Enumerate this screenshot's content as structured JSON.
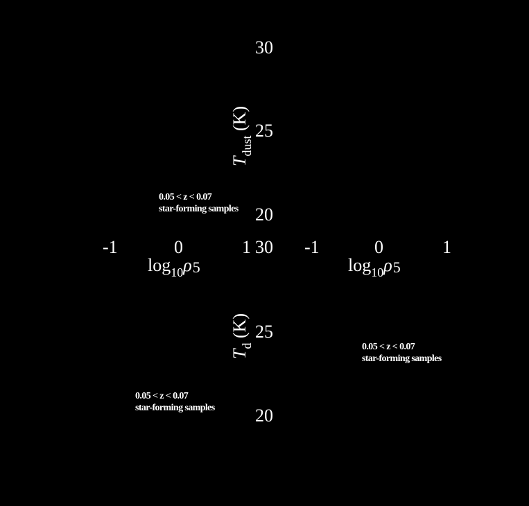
{
  "figure": {
    "background": "#000000",
    "text_color": "#ffffff"
  },
  "panels": {
    "top_left": {
      "annotation_line1": "0.05 < z < 0.07",
      "annotation_line2": "star-forming samples"
    },
    "top_y_axis": {
      "label_symbol": "T",
      "label_subscript": "dust",
      "label_unit": " (K)",
      "ticks": [
        "30",
        "25",
        "20"
      ]
    },
    "middle_x_axis_left": {
      "ticks": [
        "-1",
        "0",
        "1"
      ],
      "label_prefix": "log",
      "label_base": "10",
      "label_symbol": "ρ",
      "label_subscript": "5"
    },
    "middle_x_axis_right": {
      "ticks": [
        "-1",
        "0",
        "1"
      ],
      "label_prefix": "log",
      "label_base": "10",
      "label_symbol": "ρ",
      "label_subscript": "5"
    },
    "bottom_y_axis": {
      "label_symbol": "T",
      "label_subscript": "d",
      "label_unit": " (K)",
      "ticks": [
        "30",
        "25",
        "20"
      ]
    },
    "bottom_left": {
      "annotation_line1": "0.05 < z < 0.07",
      "annotation_line2": "star-forming samples"
    },
    "bottom_right": {
      "annotation_line1": "0.05 < z < 0.07",
      "annotation_line2": "star-forming samples"
    }
  },
  "chart_data": [
    {
      "type": "scatter",
      "title": "",
      "xlabel": "log10 ρ5",
      "ylabel": "T_dust (K)",
      "x_ticks": [
        "-1",
        "0",
        "1"
      ],
      "y_ticks": [
        "20",
        "25",
        "30"
      ],
      "xlim": [
        -1.2,
        1.2
      ],
      "ylim": [
        18,
        31
      ],
      "annotations": [
        "0.05 < z < 0.07",
        "star-forming samples"
      ],
      "series": []
    },
    {
      "type": "scatter",
      "title": "",
      "xlabel": "log10 ρ5",
      "ylabel": "",
      "x_ticks": [
        "-1",
        "0",
        "1"
      ],
      "y_ticks": [],
      "xlim": [
        -1.2,
        1.2
      ],
      "ylim": [
        18,
        31
      ],
      "annotations": [],
      "series": []
    },
    {
      "type": "scatter",
      "title": "",
      "xlabel": "",
      "ylabel": "T_d (K)",
      "x_ticks": [],
      "y_ticks": [
        "20",
        "25",
        "30"
      ],
      "xlim": [
        -1.2,
        1.2
      ],
      "ylim": [
        18,
        31
      ],
      "annotations": [
        "0.05 < z < 0.07",
        "star-forming samples"
      ],
      "series": []
    },
    {
      "type": "scatter",
      "title": "",
      "xlabel": "",
      "ylabel": "",
      "x_ticks": [],
      "y_ticks": [],
      "xlim": [
        -1.2,
        1.2
      ],
      "ylim": [
        18,
        31
      ],
      "annotations": [
        "0.05 < z < 0.07",
        "star-forming samples"
      ],
      "series": []
    }
  ]
}
